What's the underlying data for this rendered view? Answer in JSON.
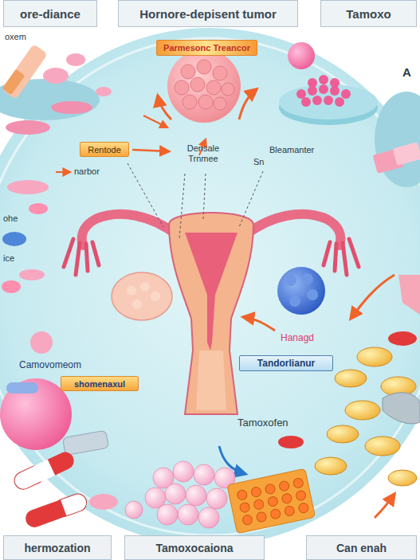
{
  "diagram": {
    "nodes": [
      {
        "text": [
          "ore-diance"
        ]
      },
      {
        "text": [
          "Hornore-depisent tumor"
        ]
      },
      {
        "text": [
          "Tamoxo"
        ]
      },
      {
        "text": [
          "Parmesonc Treancor"
        ]
      },
      {
        "text": [
          "Rentode"
        ]
      },
      {
        "text": [
          "shomenaxul"
        ]
      },
      {
        "text": [
          "Tandorlianur"
        ]
      },
      {
        "text": [
          "hermozation"
        ]
      },
      {
        "text": [
          "Tamoxocaiona"
        ]
      },
      {
        "text": [
          "Can enah"
        ]
      }
    ],
    "labels": [
      "oxem",
      "A",
      "narbor",
      "Densale Trnmee",
      "Sn",
      "Bleamanter",
      "ohe",
      "ice",
      "Camovomeom",
      "Hanagd",
      "Tamoxofen"
    ]
  }
}
